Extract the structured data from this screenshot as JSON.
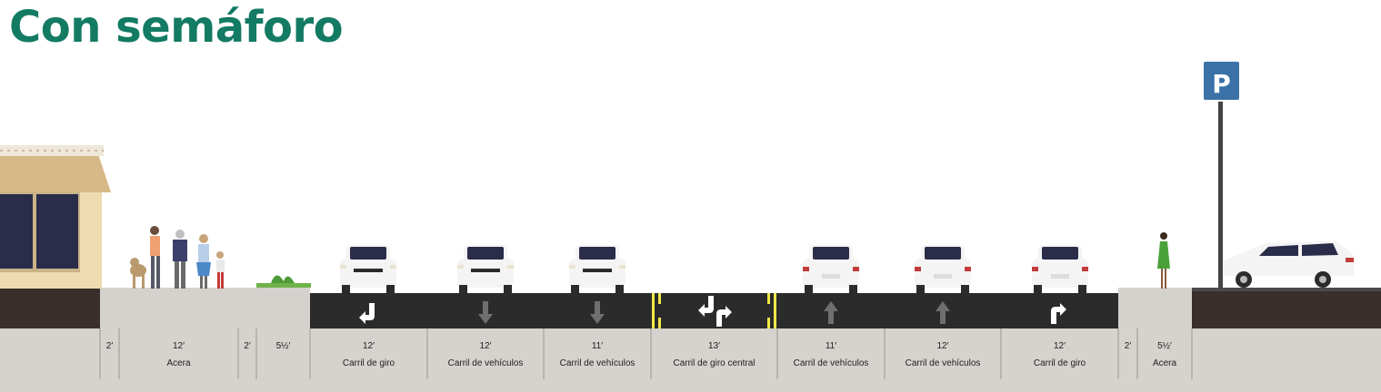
{
  "title": "Con semáforo",
  "colors": {
    "title": "#137a63",
    "asphalt": "#2a2b2a",
    "sidewalk": "#d5d1cc",
    "dim_band": "#d6d2cd",
    "dark_curb": "#3a2f2a",
    "lane_marking_yellow": "#f3e64a",
    "arrow_white": "#ffffff",
    "arrow_gray": "#6f6f6f",
    "parking_sign": "#3a72a8",
    "building_wall": "#eedcb0",
    "awning": "#d7b887"
  },
  "parking_sign_letter": "P",
  "segments": [
    {
      "width": "2′",
      "name": ""
    },
    {
      "width": "12′",
      "name": "Acera"
    },
    {
      "width": "2′",
      "name": ""
    },
    {
      "width": "5½′",
      "name": ""
    },
    {
      "width": "12′",
      "name": "Carril de giro"
    },
    {
      "width": "12′",
      "name": "Carril de vehículos"
    },
    {
      "width": "11′",
      "name": "Carril de vehículos"
    },
    {
      "width": "13′",
      "name": "Carril de giro central"
    },
    {
      "width": "11′",
      "name": "Carril de vehículos"
    },
    {
      "width": "12′",
      "name": "Carril de vehículos"
    },
    {
      "width": "12′",
      "name": "Carril de giro"
    },
    {
      "width": "2′",
      "name": ""
    },
    {
      "width": "5½′",
      "name": "Acera"
    }
  ],
  "icons": {
    "building": "storefront-icon",
    "pedestrians": "pedestrians-icon",
    "plant": "planter-icon",
    "car_rear": "car-rear-icon",
    "car_front": "car-front-icon",
    "parking": "parking-sign-icon",
    "parked_car": "parked-car-icon",
    "person": "pedestrian-icon"
  },
  "lane_arrows": [
    "left-turn",
    "straight-down",
    "straight-down",
    "two-way-left-turn",
    "straight-up",
    "straight-up",
    "right-turn"
  ]
}
